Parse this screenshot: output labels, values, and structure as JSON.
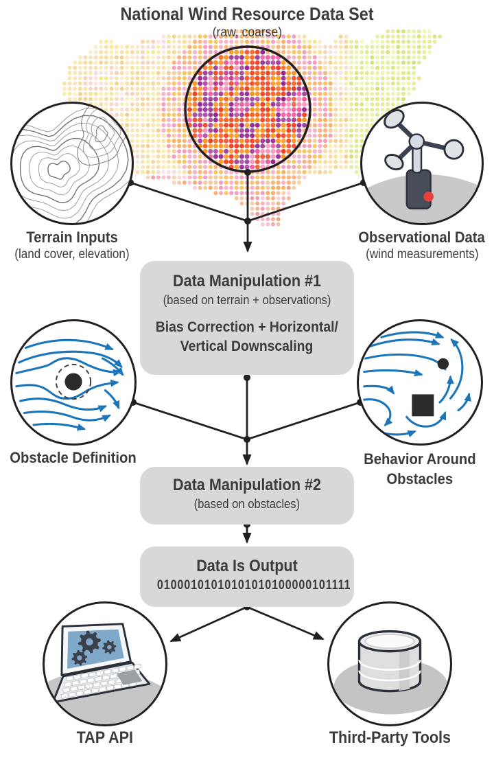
{
  "title": {
    "text": "National Wind Resource Data Set",
    "subtitle": "(raw, coarse)"
  },
  "inputs_row": {
    "terrain": {
      "label": "Terrain Inputs",
      "sublabel": "(land cover, elevation)",
      "icon": "contour-map"
    },
    "observational": {
      "label": "Observational Data",
      "sublabel": "(wind measurements)",
      "icon": "anemometer"
    }
  },
  "steps": {
    "manipulation1": {
      "title": "Data Manipulation #1",
      "subtitle": "(based on terrain + observations)",
      "body_line1": "Bias Correction + Horizontal/",
      "body_line2": "Vertical Downscaling"
    },
    "manipulation2": {
      "title": "Data Manipulation #2",
      "subtitle": "(based on obstacles)"
    },
    "output": {
      "title": "Data Is Output",
      "binary": "01000101010101010100000101111"
    }
  },
  "obstacle_row": {
    "definition": {
      "label": "Obstacle Definition",
      "icon": "streamlines-around-point"
    },
    "behavior": {
      "label_line1": "Behavior Around",
      "label_line2": "Obstacles",
      "icon": "streamlines-around-obstacles"
    }
  },
  "outputs_row": {
    "tap_api": {
      "label": "TAP API",
      "icon": "laptop-gears"
    },
    "third_party": {
      "label": "Third-Party Tools",
      "icon": "database"
    }
  },
  "colors": {
    "box_bg": "#d8d8d8",
    "text": "#3b3b3c",
    "line": "#231f20",
    "streamline": "#1b75bb",
    "screen_blue": "#7fa8c9",
    "alert_red": "#e8413c",
    "ground_gray": "#c7c7c7",
    "map_hot": [
      "#f26522",
      "#ef4123",
      "#f7941d",
      "#92278f",
      "#a0459c",
      "#ef5aa0",
      "#f394bc",
      "#e8542c",
      "#c13a8e",
      "#f26d9d"
    ],
    "map_mid": [
      "#f7a35c",
      "#f2a0c0",
      "#f6b83f",
      "#ef87b0",
      "#f4c08a",
      "#f59d3f"
    ],
    "map_pastel": [
      "#f5e584",
      "#f8da8e",
      "#f3c87e",
      "#f4d9a0",
      "#f0e08a",
      "#f6c9b0",
      "#f3d4dc",
      "#efe97f"
    ],
    "map_green": [
      "#dde57f",
      "#e4e88a",
      "#d2df6e",
      "#edf0a3",
      "#e9ec95"
    ],
    "map_tail": [
      "#f0986a",
      "#ee8f9e",
      "#f3b6c6",
      "#f2a05c",
      "#f6c08e",
      "#f4b489"
    ]
  }
}
